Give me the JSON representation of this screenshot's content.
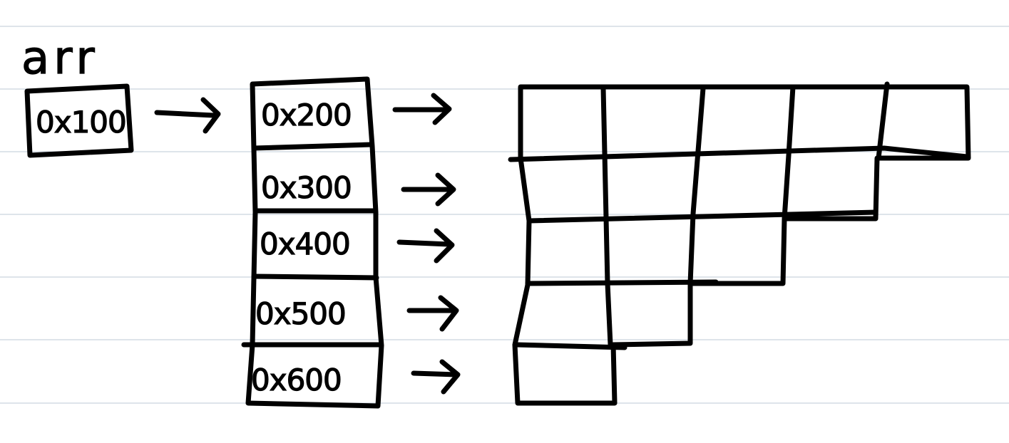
{
  "diagram": {
    "variable_name": "arr",
    "variable_value": "0x100",
    "row_pointers": [
      "0x200",
      "0x300",
      "0x400",
      "0x500",
      "0x600"
    ],
    "row_lengths": [
      5,
      4,
      3,
      2,
      1
    ]
  },
  "colors": {
    "ink": "#000000",
    "ruled_lines": "#c9d3de",
    "background": "#ffffff"
  }
}
